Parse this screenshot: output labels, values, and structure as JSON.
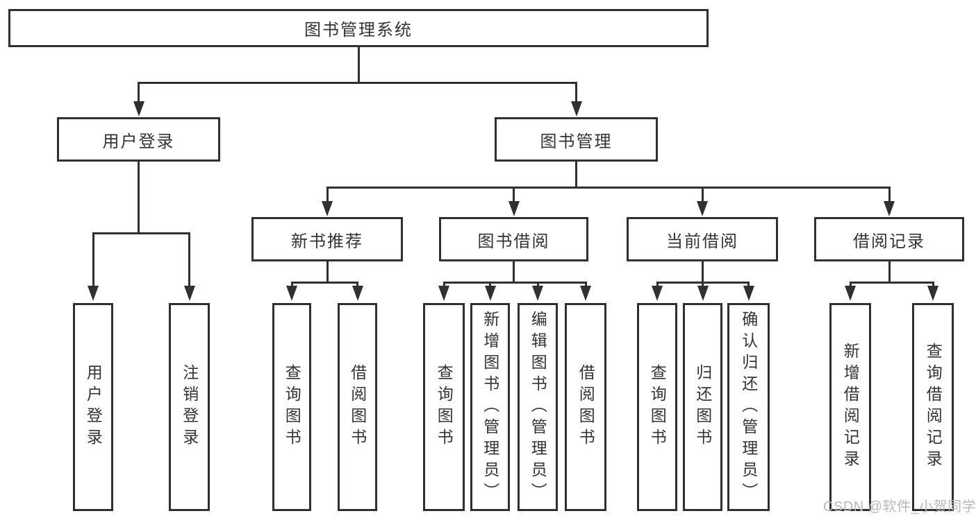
{
  "diagram": {
    "root": {
      "label": "图书管理系统"
    },
    "branches": [
      {
        "label": "用户登录",
        "children": [
          {
            "label": "用户登录"
          },
          {
            "label": "注销登录"
          }
        ]
      },
      {
        "label": "图书管理",
        "children": [
          {
            "label": "新书推荐",
            "children": [
              {
                "label": "查询图书"
              },
              {
                "label": "借阅图书"
              }
            ]
          },
          {
            "label": "图书借阅",
            "children": [
              {
                "label": "查询图书"
              },
              {
                "label": "新增图书（管理员）"
              },
              {
                "label": "编辑图书（管理员）"
              },
              {
                "label": "借阅图书"
              }
            ]
          },
          {
            "label": "当前借阅",
            "children": [
              {
                "label": "查询图书"
              },
              {
                "label": "归还图书"
              },
              {
                "label": "确认归还（管理员）"
              }
            ]
          },
          {
            "label": "借阅记录",
            "children": [
              {
                "label": "新增借阅记录"
              },
              {
                "label": "查询借阅记录"
              }
            ]
          }
        ]
      }
    ]
  },
  "watermark": {
    "text": "CSDN @软件_小贺同学",
    "color": "#b9b9b9"
  },
  "colors": {
    "line": "#303030",
    "text": "#333333",
    "background": "#ffffff"
  }
}
